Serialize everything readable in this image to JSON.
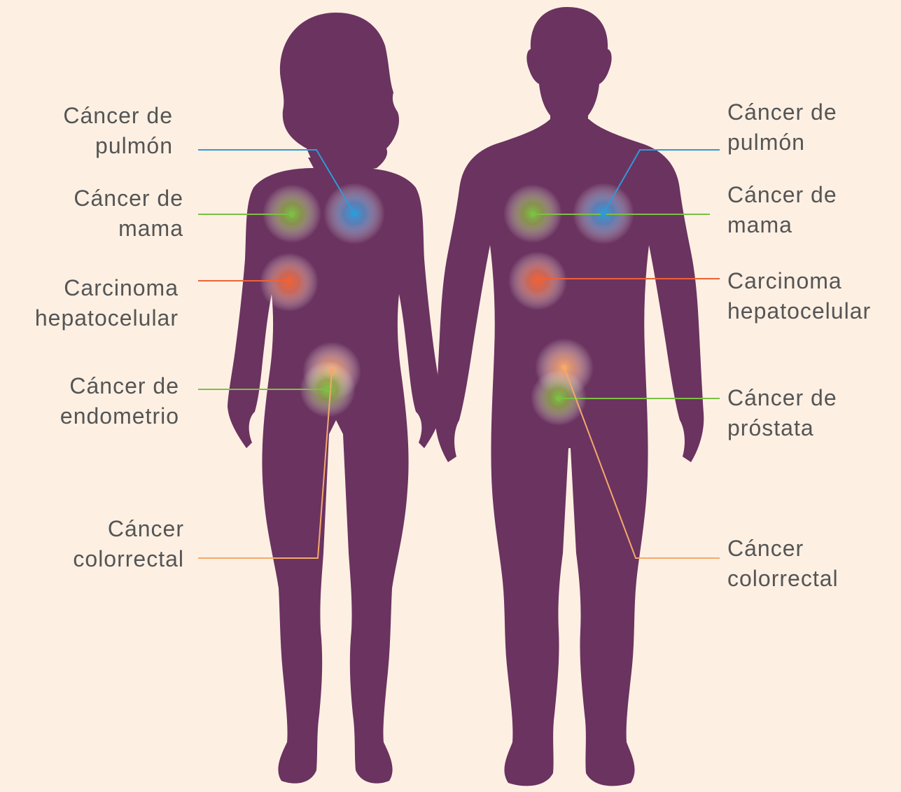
{
  "colors": {
    "background": "#fdf0e3",
    "silhouette": "#6b3360",
    "label_text": "#555555",
    "lung": "#2f9ad8",
    "breast": "#7cc043",
    "liver": "#ef6136",
    "endometrial": "#7cc043",
    "prostate": "#7cc043",
    "colorectal": "#f5a86a"
  },
  "figures": {
    "female": {
      "labels": {
        "lung": [
          "Cáncer de",
          "pulmón"
        ],
        "breast": [
          "Cáncer de",
          "mama"
        ],
        "liver": [
          "Carcinoma",
          "hepatocelular"
        ],
        "endometrial": [
          "Cáncer de",
          "endometrio"
        ],
        "colorectal": [
          "Cáncer",
          "colorrectal"
        ]
      }
    },
    "male": {
      "labels": {
        "lung": [
          "Cáncer de",
          "pulmón"
        ],
        "breast": [
          "Cáncer de",
          "mama"
        ],
        "liver": [
          "Carcinoma",
          "hepatocelular"
        ],
        "prostate": [
          "Cáncer de",
          "próstata"
        ],
        "colorectal": [
          "Cáncer",
          "colorrectal"
        ]
      }
    }
  }
}
